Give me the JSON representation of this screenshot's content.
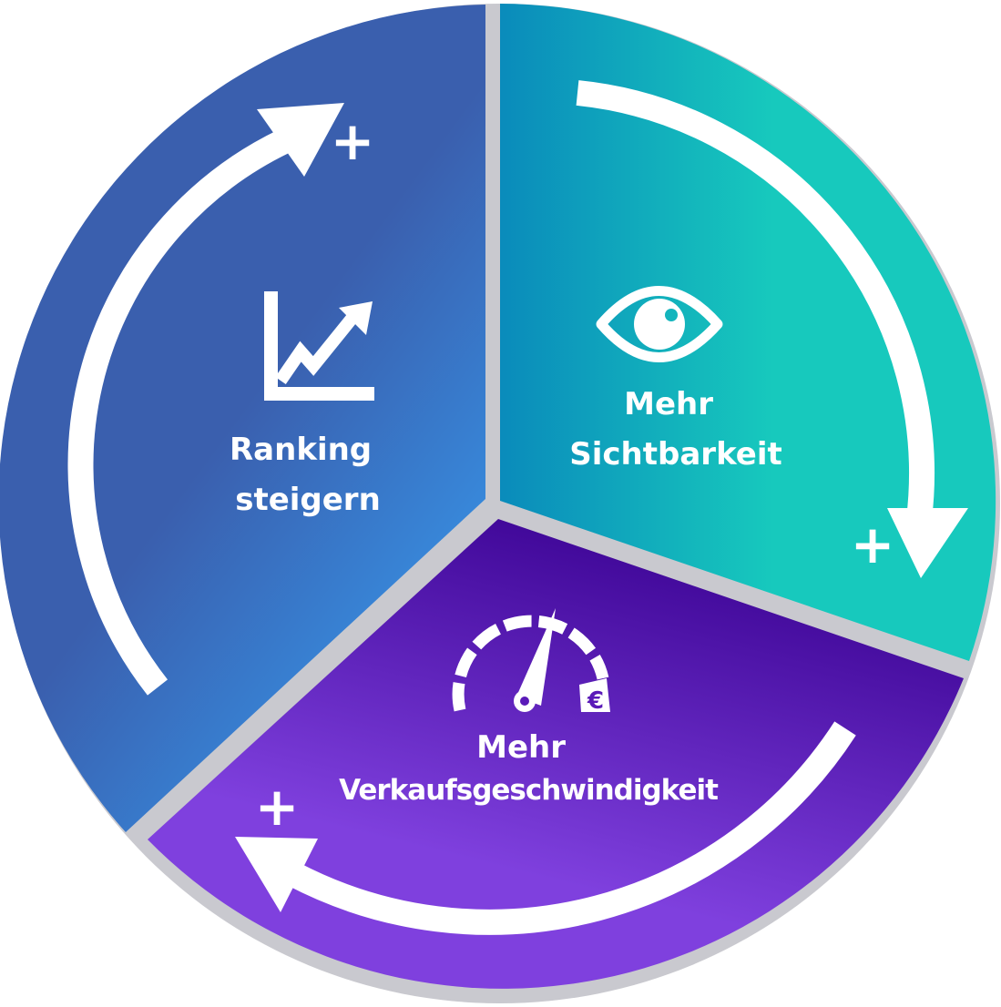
{
  "segments": [
    {
      "id": "ranking",
      "label_lines": [
        "Ranking",
        "steigern"
      ],
      "icon": "rising-chart-icon",
      "colors": {
        "start": "#3a5fae",
        "end": "#36a0f4"
      }
    },
    {
      "id": "sichtbarkeit",
      "label_lines": [
        "Mehr",
        "Sichtbarkeit"
      ],
      "icon": "eye-icon",
      "colors": {
        "start": "#0a8bbb",
        "end": "#17c9bd"
      }
    },
    {
      "id": "verkauf",
      "label_lines": [
        "Mehr",
        "Verkaufsgeschwindigkeit"
      ],
      "icon": "speedometer-euro-icon",
      "colors": {
        "start": "#3a0292",
        "end": "#7f40de"
      }
    }
  ],
  "plus_symbol": "+",
  "currency_symbol": "€",
  "divider_color": "#c9c9cf"
}
